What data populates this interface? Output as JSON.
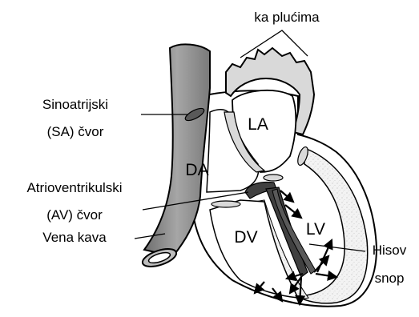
{
  "labels": {
    "to_lungs": "ka plućima",
    "sa_node_line1": "Sinoatrijski",
    "sa_node_line2": "(SA) čvor",
    "av_node_line1": "Atrioventrikulski",
    "av_node_line2": "(AV) čvor",
    "vena_cava": "Vena kava",
    "bundle_line1": "Hisov",
    "bundle_line2": "snop"
  },
  "chambers": {
    "right_atrium": "DA",
    "left_atrium": "LA",
    "right_ventricle": "DV",
    "left_ventricle": "LV"
  },
  "colors": {
    "outline": "#000000",
    "vessel_fill": "#8c8c8c",
    "wall_fill": "#d9d9d9",
    "node_fill": "#595959",
    "bundle_fill": "#404040",
    "myocardium_texture": "#e6e6e6"
  }
}
